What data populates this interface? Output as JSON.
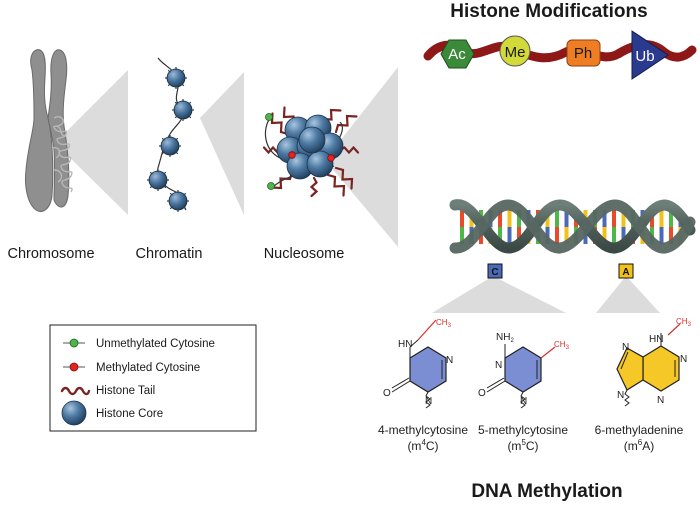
{
  "histone_modifications": {
    "title": "Histone Modifications",
    "marks": [
      {
        "abbr": "Ac",
        "shape": "hexagon",
        "color": "#3b8a3a"
      },
      {
        "abbr": "Me",
        "shape": "circle",
        "color": "#d2da3a"
      },
      {
        "abbr": "Ph",
        "shape": "rounded-rect",
        "color": "#ef7d23"
      },
      {
        "abbr": "Ub",
        "shape": "triangle",
        "color": "#2a3b8f"
      }
    ],
    "strand_color": "#8e1717"
  },
  "chromatin_levels": [
    {
      "label": "Chromosome"
    },
    {
      "label": "Chromatin"
    },
    {
      "label": "Nucleosome"
    }
  ],
  "legend": {
    "items": [
      {
        "label": "Unmethylated Cytosine",
        "icon": "green-dot-icon",
        "color": "#4db848"
      },
      {
        "label": "Methylated Cytosine",
        "icon": "red-dot-icon",
        "color": "#e52421"
      },
      {
        "label": "Histone Tail",
        "icon": "histone-tail-icon",
        "color": "#7a2320"
      },
      {
        "label": "Histone Core",
        "icon": "histone-core-icon",
        "color": "#3f6a93"
      }
    ]
  },
  "dna": {
    "base_markers": [
      {
        "letter": "C",
        "color": "#4a6ab5"
      },
      {
        "letter": "A",
        "color": "#f2c21b"
      }
    ]
  },
  "dna_methylation": {
    "title": "DNA Methylation",
    "molecules": [
      {
        "name": "4-methylcytosine",
        "abbr_pre": "(m",
        "abbr_sup": "4",
        "abbr_post": "C)",
        "ring_color": "#7b8ed3",
        "atoms": {
          "n_top": "HN",
          "ch3": "CH",
          "ch3_sub": "3",
          "n_ring": "N",
          "o": "O",
          "n_bottom": "N"
        }
      },
      {
        "name": "5-methylcytosine",
        "abbr_pre": "(m",
        "abbr_sup": "5",
        "abbr_post": "C)",
        "ring_color": "#7b8ed3",
        "atoms": {
          "nh2": "NH",
          "nh2_sub": "2",
          "ch3": "CH",
          "ch3_sub": "3",
          "n_ring": "N",
          "o": "O",
          "n_bottom": "N"
        }
      },
      {
        "name": "6-methyladenine",
        "abbr_pre": "(m",
        "abbr_sup": "6",
        "abbr_post": "A)",
        "ring_color": "#f5c827",
        "atoms": {
          "hn": "HN",
          "ch3": "CH",
          "ch3_sub": "3",
          "n1": "N",
          "n3": "N",
          "n7": "N",
          "n9": "N"
        }
      }
    ]
  }
}
